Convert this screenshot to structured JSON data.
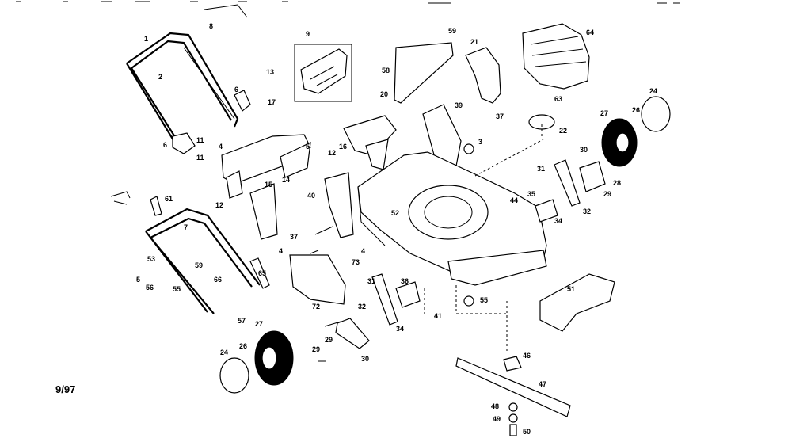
{
  "date_code": "9/97",
  "labels": [
    "1",
    "2",
    "3",
    "4",
    "5",
    "6",
    "7",
    "8",
    "9",
    "11",
    "12",
    "13",
    "14",
    "15",
    "16",
    "17",
    "20",
    "21",
    "22",
    "24",
    "26",
    "27",
    "28",
    "29",
    "30",
    "31",
    "32",
    "34",
    "35",
    "36",
    "37",
    "39",
    "40",
    "41",
    "44",
    "46",
    "47",
    "48",
    "49",
    "50",
    "51",
    "52",
    "53",
    "55",
    "56",
    "57",
    "58",
    "59",
    "61",
    "63",
    "64",
    "65",
    "66",
    "72",
    "73"
  ]
}
